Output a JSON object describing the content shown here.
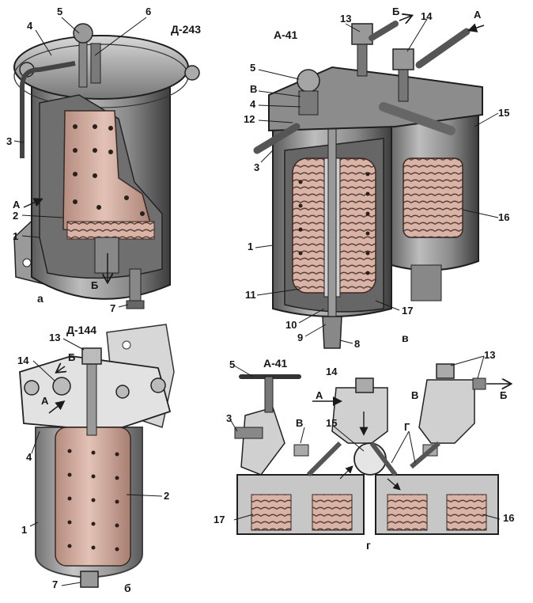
{
  "colors": {
    "ink": "#1a1a1a",
    "metal_dark": "#4a4a4a",
    "metal_mid": "#7d7d7d",
    "metal_light": "#c9c9c9",
    "element": "#d9b3a6",
    "element_dark": "#b98f82",
    "paper": "#ffffff"
  },
  "figures": {
    "a": {
      "title": "Д-243",
      "caption": "а",
      "labels": {
        "n1": "1",
        "n2": "2",
        "n3": "3",
        "n4": "4",
        "n5": "5",
        "n6": "6",
        "n7": "7",
        "inlet": "А",
        "outlet": "Б"
      }
    },
    "v": {
      "title": "А-41",
      "caption": "в",
      "labels": {
        "n1": "1",
        "n3": "3",
        "n4": "4",
        "n5": "5",
        "n8": "8",
        "n9": "9",
        "n10": "10",
        "n11": "11",
        "n12": "12",
        "n13": "13",
        "n14": "14",
        "n15": "15",
        "n16": "16",
        "n17": "17",
        "inlet": "А",
        "outlet": "Б",
        "vent": "В"
      }
    },
    "b": {
      "title": "Д-144",
      "caption": "б",
      "labels": {
        "n1": "1",
        "n2": "2",
        "n4": "4",
        "n7": "7",
        "n13": "13",
        "n14": "14",
        "inlet": "А",
        "outlet": "Б"
      }
    },
    "g": {
      "title": "А-41",
      "caption": "г",
      "labels": {
        "n3": "3",
        "n5": "5",
        "n13": "13",
        "n14": "14",
        "n15": "15",
        "n16": "16",
        "n17": "17",
        "inlet": "А",
        "outlet": "Б",
        "vent1": "В",
        "vent2": "В",
        "chan": "Г"
      }
    }
  }
}
